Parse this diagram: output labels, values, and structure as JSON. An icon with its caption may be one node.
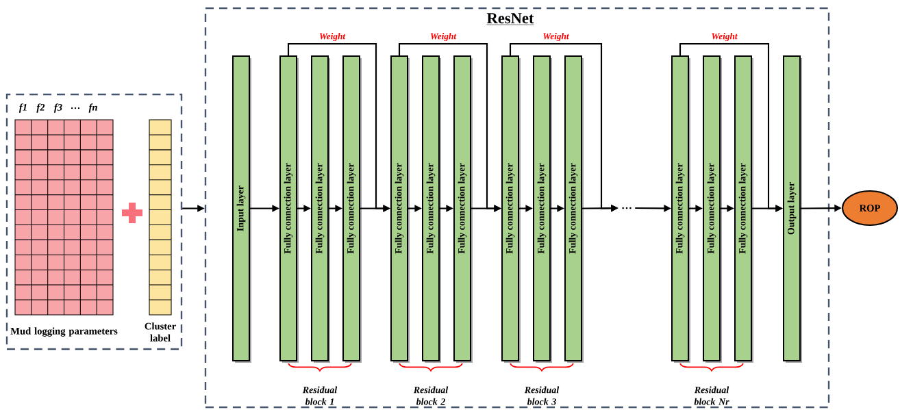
{
  "diagram": {
    "nodes": [
      {
        "text": [],
        "shape": "box"
      },
      {
        "text": [
          "Mud logging parameters"
        ],
        "beside": [
          "f1",
          "f2",
          "f3",
          "…",
          "fn"
        ],
        "in": 0
      },
      {
        "text": [
          "Cluster label"
        ],
        "in": 0
      },
      {
        "text": [
          "ResNet"
        ]
      },
      {
        "text": [
          "Input layer"
        ],
        "in": 3
      },
      {
        "text": [
          "Fully connection layer"
        ],
        "in": 3
      },
      {
        "text": [
          "Fully connection layer"
        ],
        "in": 3
      },
      {
        "text": [
          "Fully connection layer"
        ],
        "in": 3
      },
      {
        "text": [
          "Fully connection layer"
        ],
        "in": 3
      },
      {
        "text": [
          "Fully connection layer"
        ],
        "in": 3
      },
      {
        "text": [
          "Fully connection layer"
        ],
        "in": 3
      },
      {
        "text": [
          "Fully connection layer"
        ],
        "in": 3
      },
      {
        "text": [
          "Fully connection layer"
        ],
        "in": 3
      },
      {
        "text": [
          "Fully connection layer"
        ],
        "in": 3
      },
      {
        "text": [
          "…"
        ],
        "in": 3
      },
      {
        "text": [
          "Fully connection layer"
        ],
        "in": 3
      },
      {
        "text": [
          "Fully connection layer"
        ],
        "in": 3
      },
      {
        "text": [
          "Fully connection layer"
        ],
        "in": 3
      },
      {
        "text": [
          "Output layer"
        ],
        "in": 3
      },
      {
        "text": [
          "ROP"
        ]
      }
    ],
    "edges": [
      {
        "from": 0,
        "to": 3,
        "arrow": "to"
      },
      {
        "from": 4,
        "to": 5,
        "arrow": "to"
      },
      {
        "from": 5,
        "to": 6,
        "arrow": "to"
      },
      {
        "from": 6,
        "to": 7,
        "arrow": "to"
      },
      {
        "from": 7,
        "to": 8,
        "arrow": "to"
      },
      {
        "from": 8,
        "to": 9,
        "arrow": "to"
      },
      {
        "from": 9,
        "to": 10,
        "arrow": "to"
      },
      {
        "from": 10,
        "to": 11,
        "arrow": "to"
      },
      {
        "from": 11,
        "to": 12,
        "arrow": "to"
      },
      {
        "from": 12,
        "to": 13,
        "arrow": "to"
      },
      {
        "from": 13,
        "to": 14,
        "arrow": "to"
      },
      {
        "from": 14,
        "to": 15,
        "arrow": "to"
      },
      {
        "from": 15,
        "to": 16,
        "arrow": "to"
      },
      {
        "from": 16,
        "to": 17,
        "arrow": "to"
      },
      {
        "from": 17,
        "to": 18,
        "arrow": "to"
      },
      {
        "from": 18,
        "to": 19,
        "arrow": "to"
      },
      {
        "from": 5,
        "to": 8,
        "arrow": "to",
        "label": "Weight"
      },
      {
        "from": 8,
        "to": 11,
        "arrow": "to",
        "label": "Weight"
      },
      {
        "from": 11,
        "to": 14,
        "arrow": "to",
        "label": "Weight"
      },
      {
        "from": 15,
        "to": 18,
        "arrow": "to",
        "label": "Weight"
      }
    ],
    "labels": [
      "Residual block 1",
      "Residual block 2",
      "Residual block 3",
      "Residual block Nr"
    ]
  }
}
